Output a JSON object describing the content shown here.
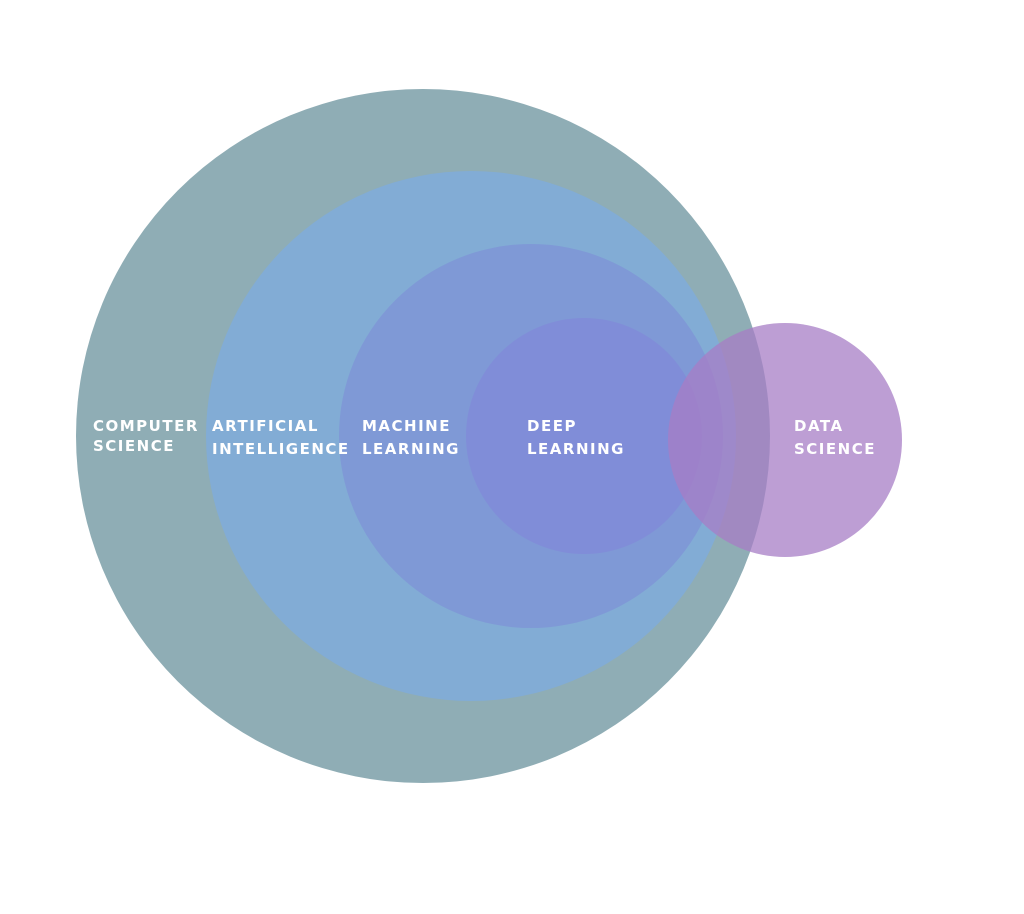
{
  "diagram": {
    "circles": [
      {
        "key": "computer_science",
        "lines": [
          "COMPUTER",
          "SCIENCE"
        ],
        "color": "#8fadb5"
      },
      {
        "key": "artificial_intelligence",
        "lines": [
          "ARTIFICIAL",
          "INTELLIGENCE"
        ],
        "color": "#82acd5"
      },
      {
        "key": "machine_learning",
        "lines": [
          "MACHINE",
          "LEARNING"
        ],
        "color": "#7f99d6"
      },
      {
        "key": "deep_learning",
        "lines": [
          "DEEP",
          "LEARNING"
        ],
        "color": "#808dd8"
      },
      {
        "key": "data_science",
        "lines": [
          "DATA",
          "SCIENCE"
        ],
        "color": "#a77ec6"
      }
    ]
  }
}
